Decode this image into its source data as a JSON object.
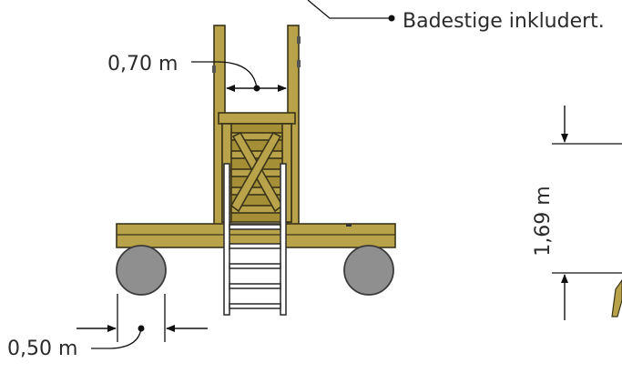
{
  "callout_ladder": "Badestige inkludert.",
  "dim_width_top": "0,70 m",
  "dim_float": "0,50 m",
  "dim_height": "1,69 m",
  "colors": {
    "wood": "#b8a24a",
    "wood_dark": "#a48e36",
    "float": "#8f8f8f",
    "outline": "#3a3418"
  }
}
